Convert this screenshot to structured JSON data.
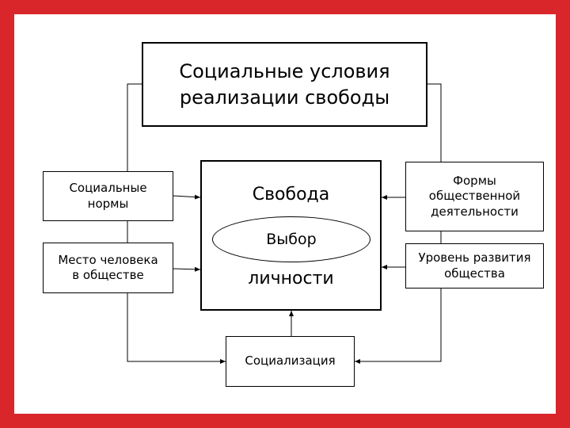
{
  "colors": {
    "frame": "#d9262b",
    "background": "#ffffff",
    "line": "#000000"
  },
  "diagram": {
    "title": "Социальные условия\nреализации свободы",
    "center": {
      "top_word": "Свобода",
      "ellipse_label": "Выбор",
      "bottom_word": "личности"
    },
    "left_boxes": [
      {
        "label": "Социальные\nнормы"
      },
      {
        "label": "Место человека\nв обществе"
      }
    ],
    "right_boxes": [
      {
        "label": "Формы\nобщественной\nдеятельности"
      },
      {
        "label": "Уровень развития\nобщества"
      }
    ],
    "bottom_box": {
      "label": "Социализация"
    }
  }
}
